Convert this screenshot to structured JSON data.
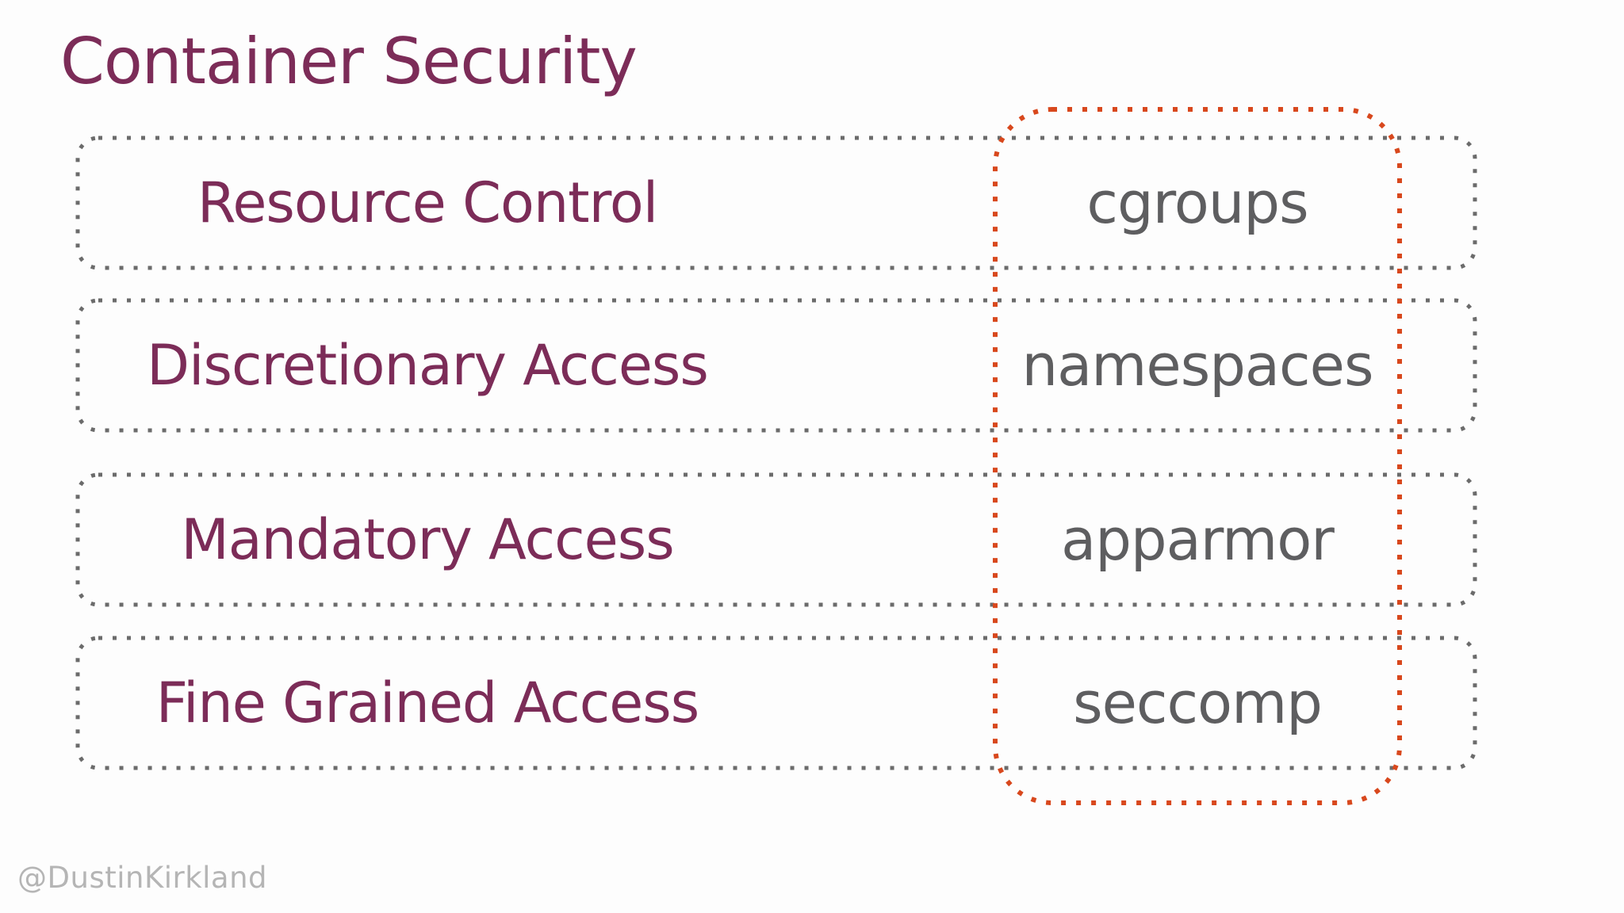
{
  "slide": {
    "title": "Container Security",
    "rows": [
      {
        "layer": "Resource Control",
        "technology": "cgroups"
      },
      {
        "layer": "Discretionary Access",
        "technology": "namespaces"
      },
      {
        "layer": "Mandatory Access",
        "technology": "apparmor"
      },
      {
        "layer": "Fine Grained Access",
        "technology": "seccomp"
      }
    ],
    "watermark": "@DustinKirkland",
    "colors": {
      "title_text": "#7c2c58",
      "layer_text": "#7c2c58",
      "technology_text": "#5e5e60",
      "row_border": "#6b6b6b",
      "highlight_border": "#d8481d",
      "watermark_text": "#b5b5b5",
      "background": "#fdfdfd"
    }
  }
}
